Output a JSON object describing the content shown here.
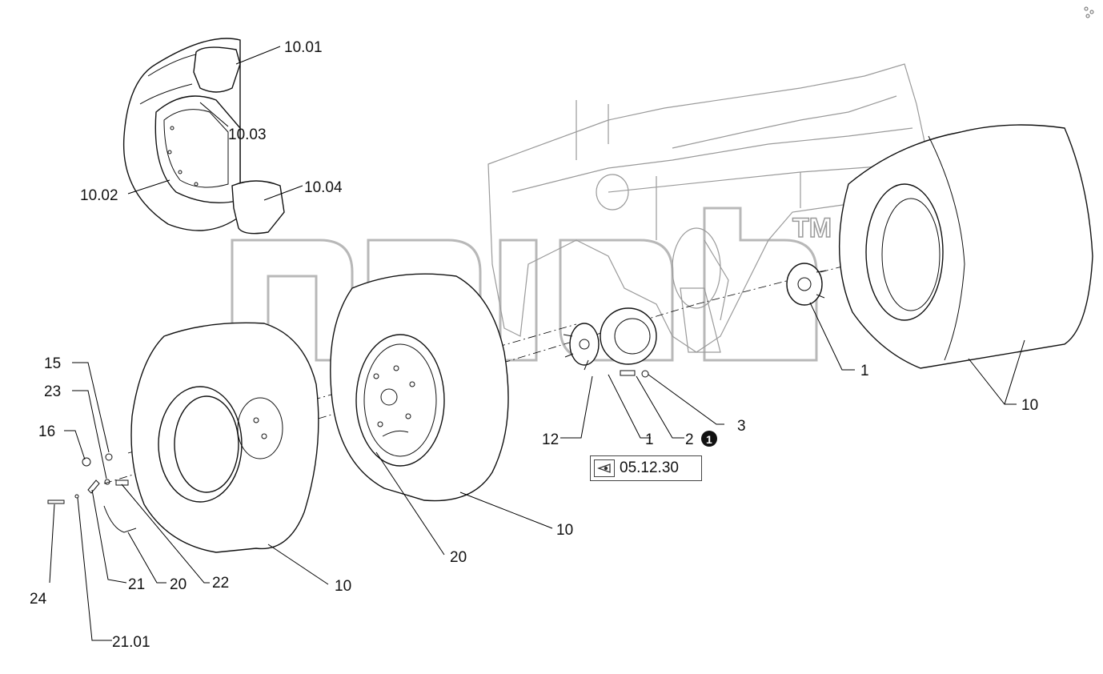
{
  "diagram": {
    "callouts": [
      {
        "id": "c-10-01",
        "text": "10.01"
      },
      {
        "id": "c-10-03",
        "text": "10.03"
      },
      {
        "id": "c-10-02",
        "text": "10.02"
      },
      {
        "id": "c-10-04",
        "text": "10.04"
      },
      {
        "id": "c-15",
        "text": "15"
      },
      {
        "id": "c-23",
        "text": "23"
      },
      {
        "id": "c-16",
        "text": "16"
      },
      {
        "id": "c-24",
        "text": "24"
      },
      {
        "id": "c-21",
        "text": "21"
      },
      {
        "id": "c-20a",
        "text": "20"
      },
      {
        "id": "c-22",
        "text": "22"
      },
      {
        "id": "c-21-01",
        "text": "21.01"
      },
      {
        "id": "c-10a",
        "text": "10"
      },
      {
        "id": "c-20b",
        "text": "20"
      },
      {
        "id": "c-10b",
        "text": "10"
      },
      {
        "id": "c-12",
        "text": "12"
      },
      {
        "id": "c-1a",
        "text": "1"
      },
      {
        "id": "c-2",
        "text": "2"
      },
      {
        "id": "c-3",
        "text": "3"
      },
      {
        "id": "c-1b",
        "text": "1"
      },
      {
        "id": "c-10c",
        "text": "10"
      }
    ],
    "note_marker": "1",
    "reference": {
      "text": "05.12.30",
      "icon": "eye-view-icon"
    },
    "watermark": {
      "trademark": "TM"
    },
    "colors": {
      "ink": "#111111",
      "watermark": "#b8b8b8"
    }
  }
}
